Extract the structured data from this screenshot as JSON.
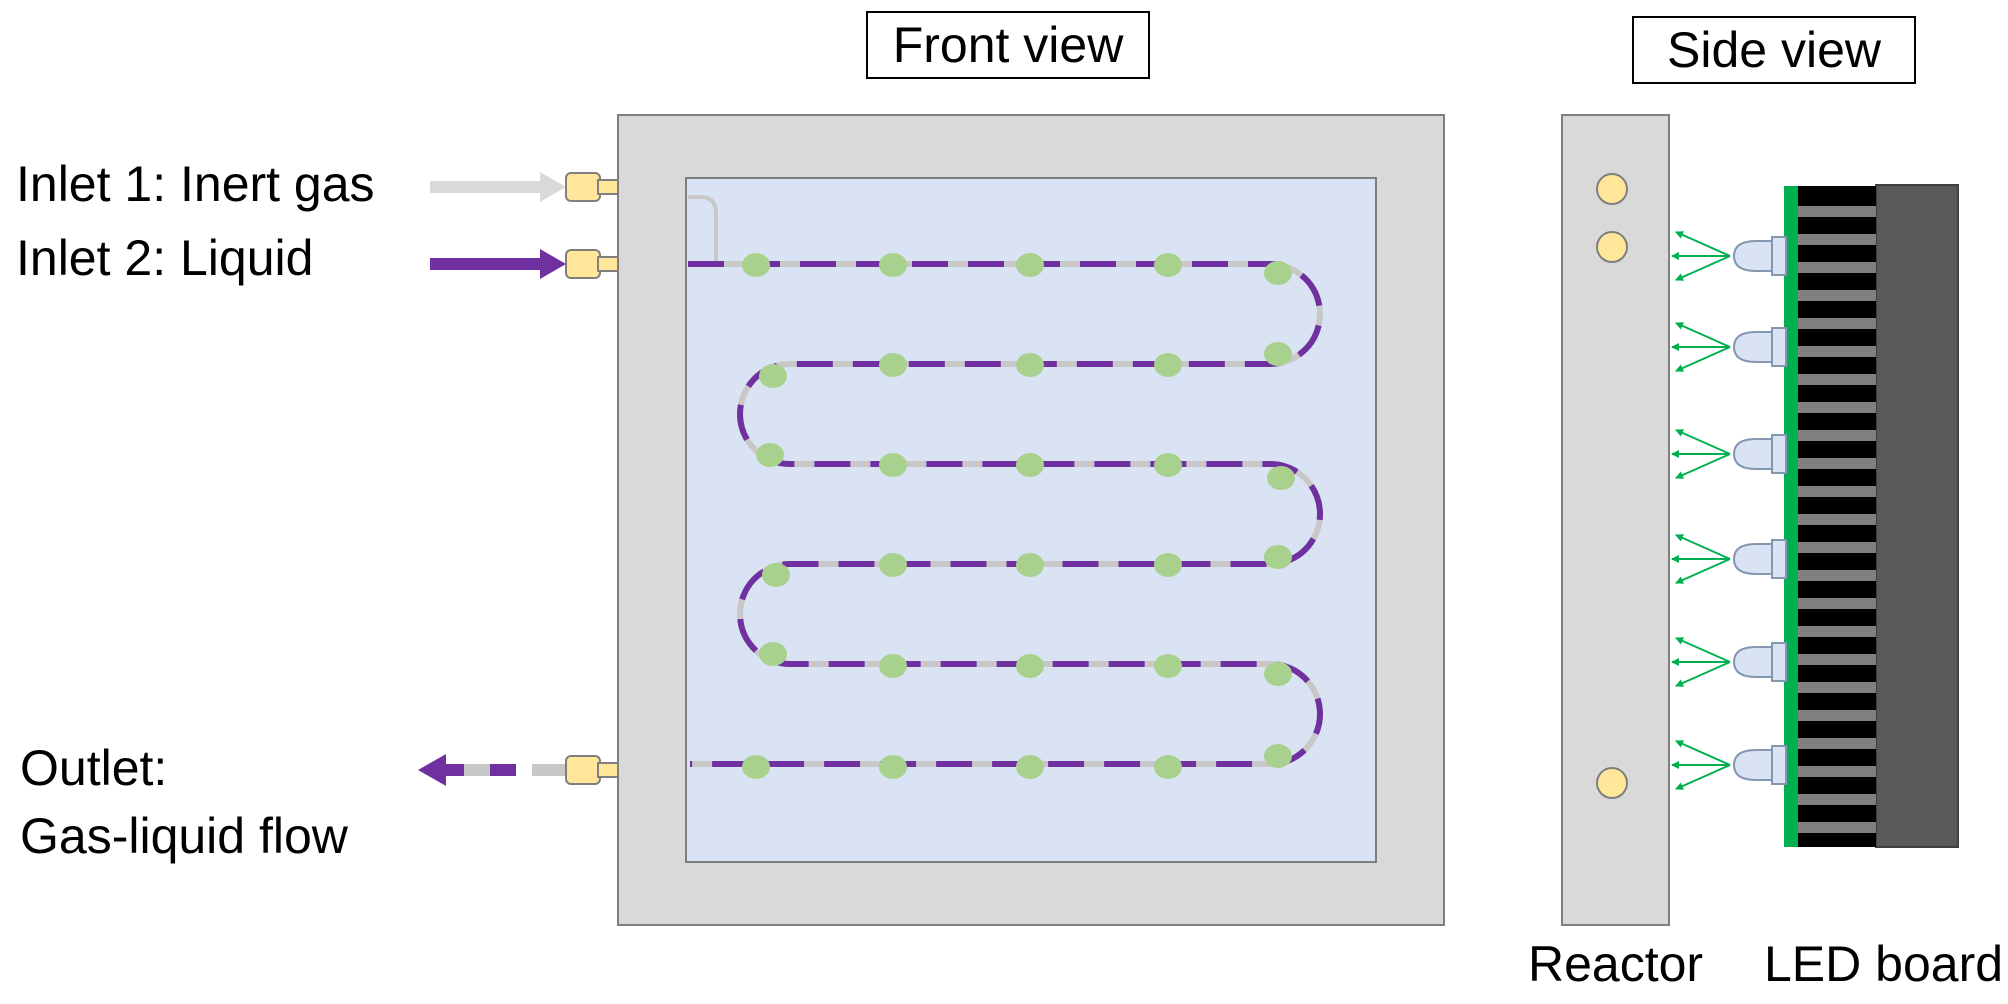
{
  "front_view": {
    "title": "Front view",
    "inlet1_label": "Inlet 1: Inert gas",
    "inlet2_label": "Inlet 2: Liquid",
    "outlet_label_line1": "Outlet:",
    "outlet_label_line2": "Gas-liquid flow"
  },
  "side_view": {
    "title": "Side view",
    "reactor_label": "Reactor",
    "led_board_label": "LED board"
  },
  "colors": {
    "liquid": "#7030a0",
    "gas": "#c8c8c8",
    "bubble": "#a9d18e",
    "fitting": "#ffe699",
    "frame": "#d9d9d9",
    "window": "#dae3f3",
    "led_pcb": "#00b050",
    "heatsink": "#595959"
  }
}
